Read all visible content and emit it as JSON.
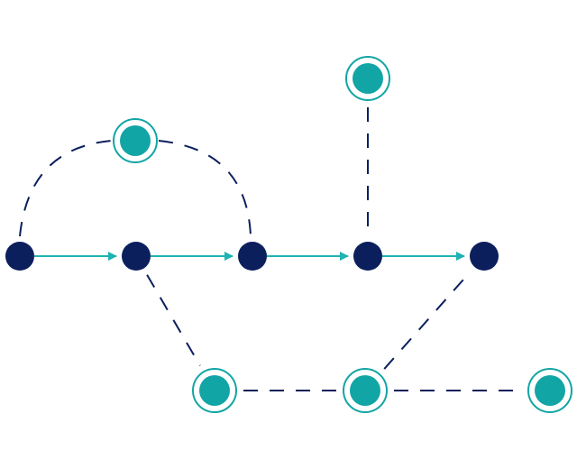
{
  "colors": {
    "background": "#ffffff",
    "main_node": "#0b1f5c",
    "side_node": "#12a5a5",
    "arrow": "#1fb3b3",
    "dashed_link": "#0b1f5c"
  },
  "diagram": {
    "main_nodes": [
      "n1",
      "n2",
      "n3",
      "n4",
      "n5"
    ],
    "side_nodes": [
      "s_top_arc",
      "s_top_right",
      "s_bottom_left",
      "s_bottom_mid",
      "s_bottom_right"
    ],
    "arrows": [
      {
        "from": "n1",
        "to": "n2"
      },
      {
        "from": "n2",
        "to": "n3"
      },
      {
        "from": "n3",
        "to": "n4"
      },
      {
        "from": "n4",
        "to": "n5"
      }
    ],
    "dashed_links": [
      {
        "from": "n1",
        "to": "s_top_arc",
        "curved": true
      },
      {
        "from": "s_top_arc",
        "to": "n3",
        "curved": true
      },
      {
        "from": "s_top_right",
        "to": "n4"
      },
      {
        "from": "n2",
        "to": "s_bottom_left"
      },
      {
        "from": "s_bottom_left",
        "to": "s_bottom_mid"
      },
      {
        "from": "s_bottom_mid",
        "to": "n5"
      },
      {
        "from": "s_bottom_mid",
        "to": "s_bottom_right"
      }
    ]
  }
}
